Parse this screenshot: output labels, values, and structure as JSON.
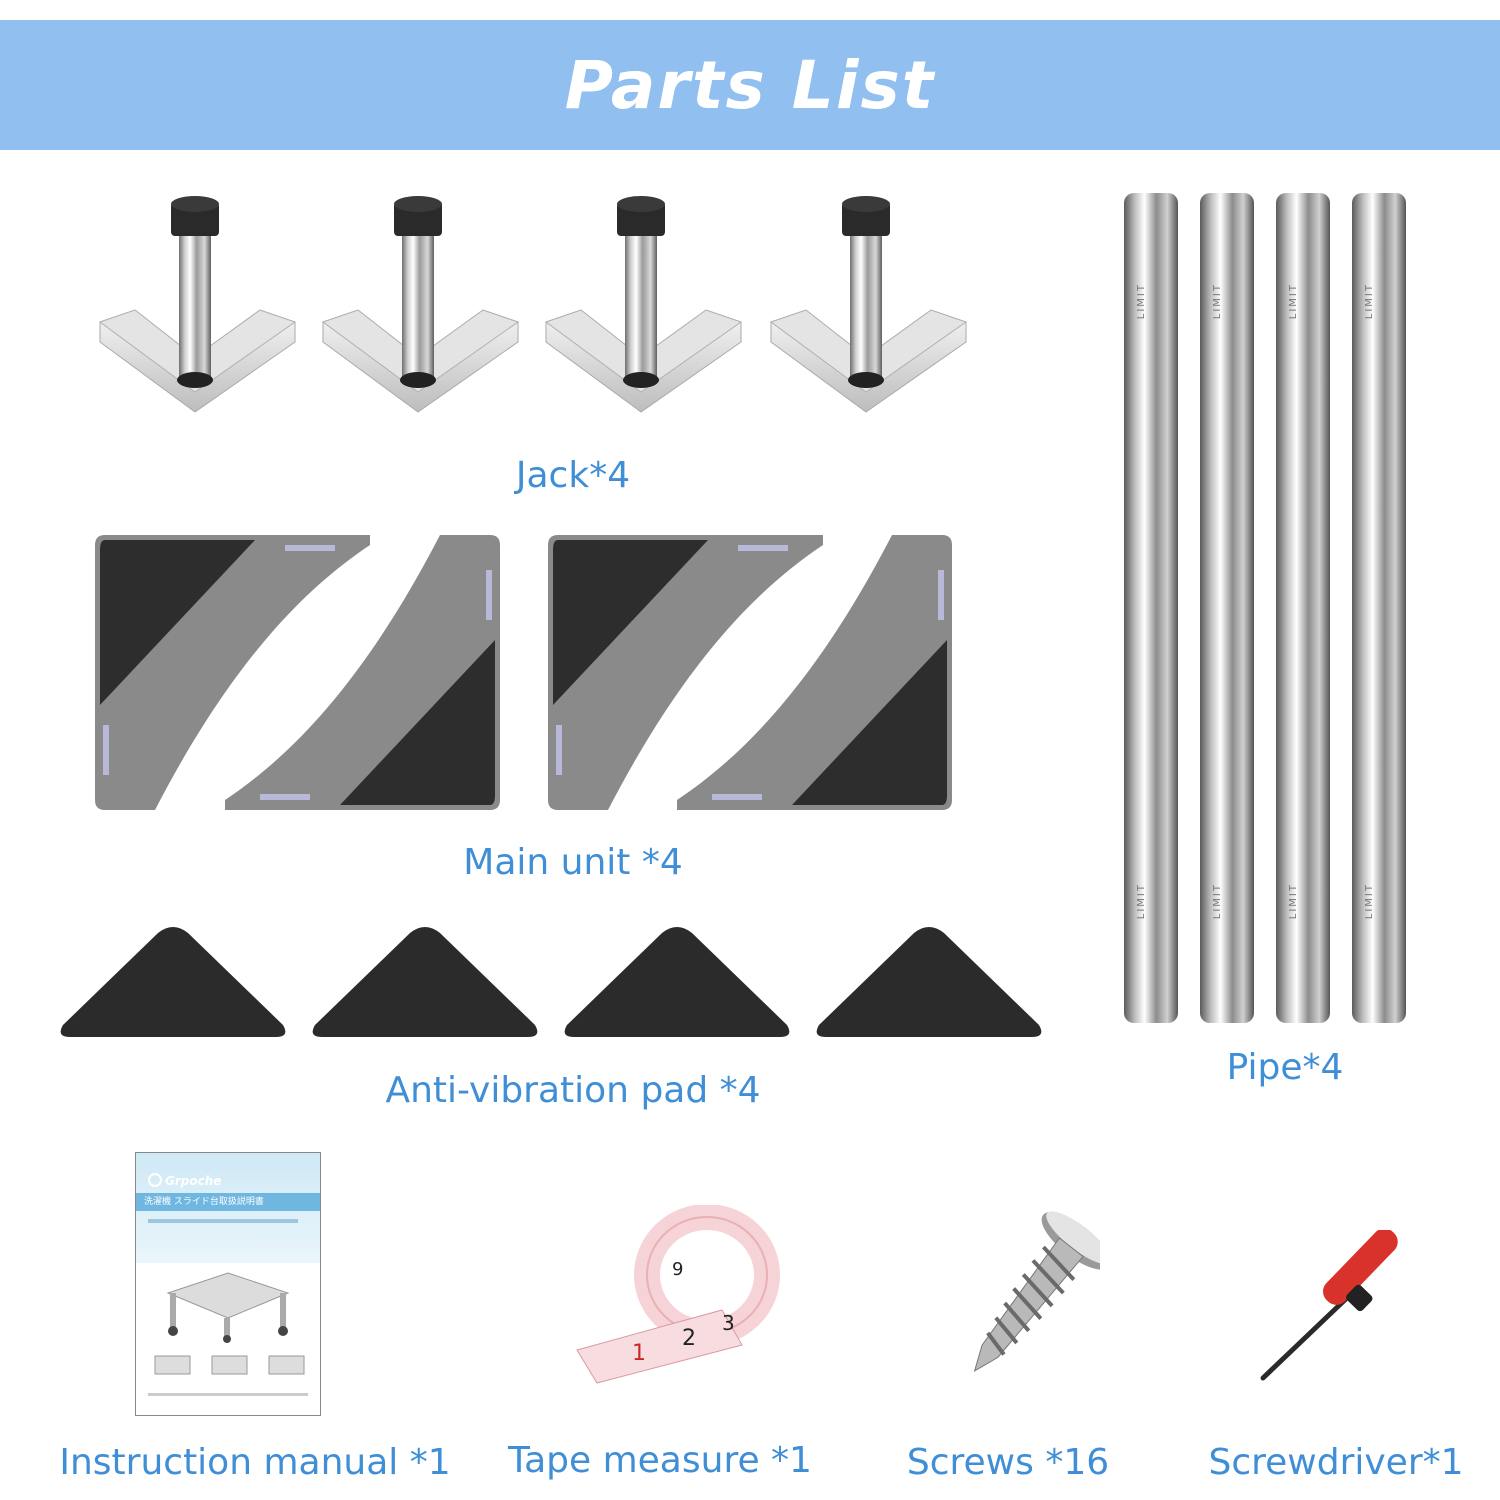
{
  "header": {
    "title": "Parts List",
    "bg_color": "#90bff0",
    "text_color": "#ffffff"
  },
  "label_color": "#3f8ed6",
  "parts": {
    "jack": {
      "label": "Jack*4"
    },
    "main_unit": {
      "label": "Main unit *4"
    },
    "pad": {
      "label": "Anti-vibration pad *4"
    },
    "pipe": {
      "label": "Pipe*4",
      "marking": "LIMIT"
    },
    "manual": {
      "label": "Instruction manual *1",
      "brand": "Grpoche",
      "subtitle": "洗濯機 スライド台取扱説明書"
    },
    "tape": {
      "label": "Tape measure *1"
    },
    "screws": {
      "label": "Screws *16"
    },
    "screwdriver": {
      "label": "Screwdriver*1"
    }
  }
}
